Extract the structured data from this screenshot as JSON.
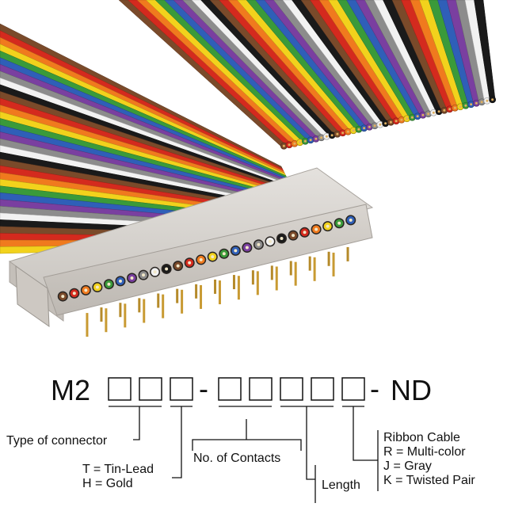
{
  "product": {
    "wire_colors": [
      "#7a4a2a",
      "#d42a1e",
      "#f07a1e",
      "#f2d21c",
      "#3a9a3a",
      "#2f5fb8",
      "#7a3fa0",
      "#8c8c8c",
      "#f2f2f2",
      "#1a1a1a"
    ],
    "connector_color": "#d6d3cf"
  },
  "part_number": {
    "prefix": "M2",
    "dash1": "-",
    "dash2": "-",
    "suffix": "ND"
  },
  "fields": {
    "connector_type": {
      "label": "Type of connector"
    },
    "plating": {
      "option_t": "T = Tin-Lead",
      "option_h": "H = Gold"
    },
    "contacts": {
      "label": "No. of Contacts"
    },
    "length": {
      "label": "Length"
    },
    "cable": {
      "title": "Ribbon Cable",
      "option_r": "R = Multi-color",
      "option_j": "J = Gray",
      "option_k": "K = Twisted Pair"
    }
  }
}
